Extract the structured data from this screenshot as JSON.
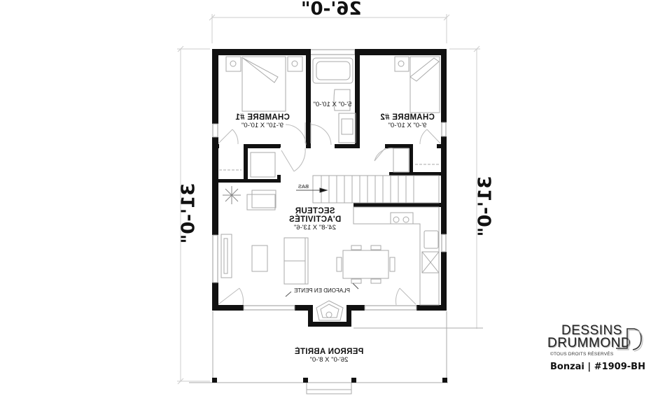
{
  "plan": {
    "orientation": "mirrored",
    "overall_width_dim": "26'-0\"",
    "overall_depth_dim": "31'-0\"",
    "rooms": [
      {
        "id": "chambre-1",
        "name": "CHAMBRE #1",
        "size": "9'-10\" X 10'-0\""
      },
      {
        "id": "salle-de-bain",
        "name": "",
        "size": "5'-0\" X 10'-0\""
      },
      {
        "id": "chambre-2",
        "name": "CHAMBRE #2",
        "size": "9'-0\" X 10'-0\""
      },
      {
        "id": "secteur-activites",
        "name_line1": "SECTEUR",
        "name_line2": "D'ACTIVITÉS",
        "size": "24'-8\" X 13'-6\""
      },
      {
        "id": "perron",
        "name": "PERRON ABRITÉ",
        "size": "26'-0\" X 8'-0\""
      }
    ],
    "annotations": {
      "stairs_label": "BAS",
      "ceiling_note": "PLAFOND EN PENTE"
    }
  },
  "branding": {
    "logo_line1": "DESSINS",
    "logo_line2": "DRUMMOND",
    "copyright": "©TOUS DROITS RÉSERVÉS",
    "plan_name": "Bonzai | #1909-BH"
  },
  "colors": {
    "wall": "#111111",
    "fixture_line": "#aaaaaa",
    "dim_line": "#cccccc",
    "background": "#ffffff"
  }
}
